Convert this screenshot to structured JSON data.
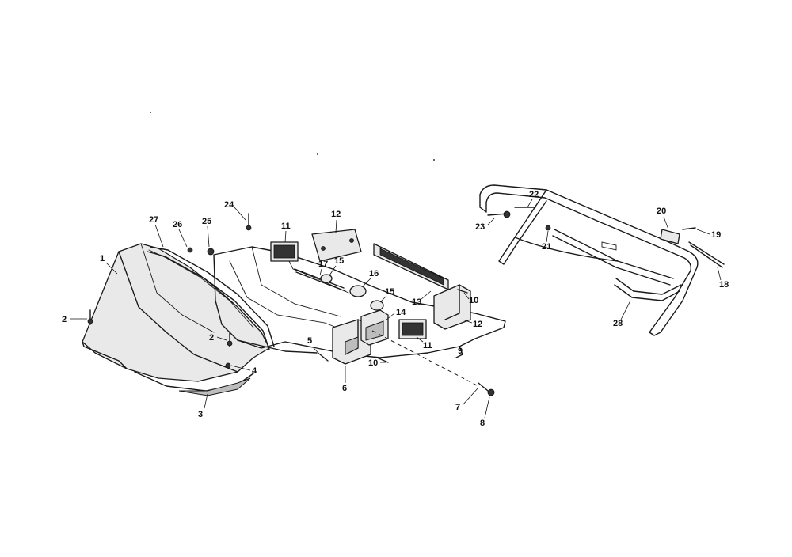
{
  "title": "",
  "callouts": {
    "c1": "1",
    "c2a": "2",
    "c2b": "2",
    "c3": "3",
    "c4": "4",
    "c5": "5",
    "c6": "6",
    "c7": "7",
    "c8": "8",
    "c9": "9",
    "c10a": "10",
    "c10b": "10",
    "c11a": "11",
    "c11b": "11",
    "c12a": "12",
    "c12b": "12",
    "c13": "13",
    "c14": "14",
    "c15a": "15",
    "c15b": "15",
    "c16": "16",
    "c17": "17",
    "c18": "18",
    "c19": "19",
    "c20": "20",
    "c21": "21",
    "c22": "22",
    "c23": "23",
    "c24": "24",
    "c25": "25",
    "c26": "26",
    "c27": "27",
    "c28": "28"
  },
  "parts": [
    {
      "id": "hood",
      "icon": "hood-shroud-icon"
    },
    {
      "id": "belly-pan",
      "icon": "belly-pan-icon"
    },
    {
      "id": "bumper",
      "icon": "tubular-bumper-icon"
    },
    {
      "id": "reflector",
      "icon": "reflector-icon"
    },
    {
      "id": "taillight",
      "icon": "taillight-icon"
    },
    {
      "id": "bolt",
      "icon": "bolt-icon"
    },
    {
      "id": "nut",
      "icon": "nut-icon"
    },
    {
      "id": "hinge-pin",
      "icon": "pin-icon"
    }
  ]
}
